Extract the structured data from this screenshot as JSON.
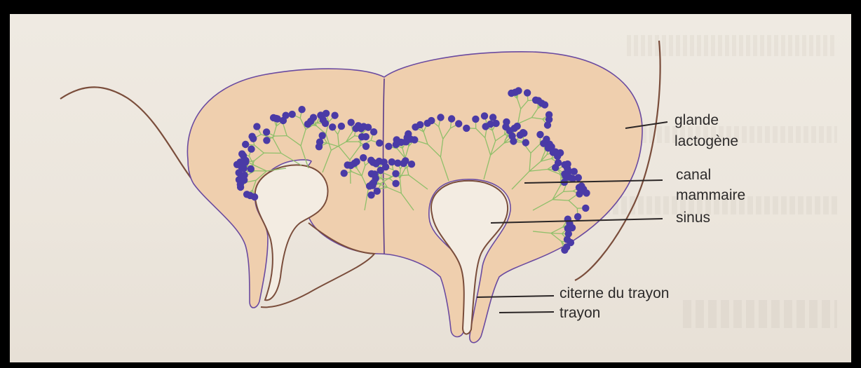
{
  "colors": {
    "tissue": "#efcfae",
    "outline": "#7a4d3b",
    "alveolus": "#4a3aa6",
    "duct": "#8fbf6a",
    "leader": "#2b2626"
  },
  "labels": {
    "glande": [
      "glande",
      "lactogène"
    ],
    "canal": [
      "canal",
      "mammaire"
    ],
    "sinus": "sinus",
    "citerne": "citerne du trayon",
    "trayon": "trayon"
  }
}
